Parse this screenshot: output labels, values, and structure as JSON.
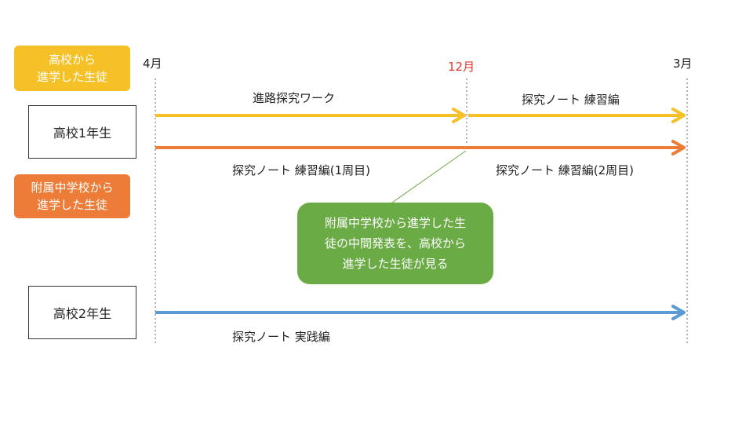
{
  "colors": {
    "yellow": "#f6c127",
    "orange": "#ec7c37",
    "blue": "#5b9bd5",
    "green": "#6aab45",
    "red_month": "#e8352a"
  },
  "groups": {
    "high_school_entry": {
      "lines": [
        "高校から",
        "進学した生徒"
      ]
    },
    "attached_jhs_entry": {
      "lines": [
        "附属中学校から",
        "進学した生徒"
      ]
    }
  },
  "grades": {
    "first_year": "高校1年生",
    "second_year": "高校2年生"
  },
  "timeline": {
    "month_april": "4月",
    "month_december": "12月",
    "month_march": "3月"
  },
  "tracks": {
    "first_year_high_school": {
      "segment_1": "進路探究ワーク",
      "segment_2": "探究ノート 練習編"
    },
    "first_year_attached": {
      "segment_1": "探究ノート 練習編(1周目)",
      "segment_2": "探究ノート 練習編(2周目)"
    },
    "second_year": {
      "segment_1": "探究ノート 実践編"
    }
  },
  "callout": {
    "lines": [
      "附属中学校から進学した生",
      "徒の中間発表を、高校から",
      "進学した生徒が見る"
    ]
  }
}
